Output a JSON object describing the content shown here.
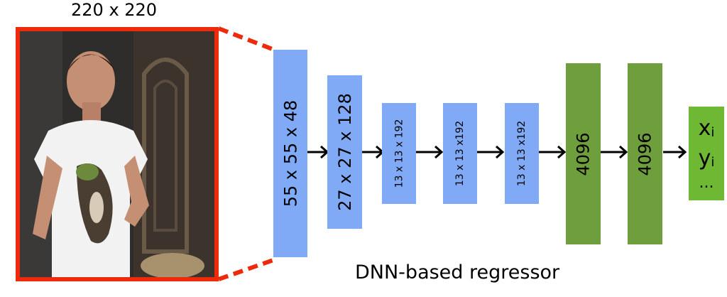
{
  "input": {
    "size_label": "220 x 220"
  },
  "layers": [
    {
      "label": "55 x 55 x 48",
      "kind": "conv"
    },
    {
      "label": "27 x 27 x 128",
      "kind": "conv"
    },
    {
      "label": "13 x 13 x 192",
      "kind": "conv"
    },
    {
      "label": "13 x 13 x192",
      "kind": "conv"
    },
    {
      "label": "13 x 13 x192",
      "kind": "conv"
    },
    {
      "label": "4096",
      "kind": "fc"
    },
    {
      "label": "4096",
      "kind": "fc"
    }
  ],
  "output": {
    "x_letter": "x",
    "x_sub": "i",
    "y_letter": "y",
    "y_sub": "i",
    "ellipsis": "..."
  },
  "caption": "DNN-based regressor",
  "colors": {
    "conv_layer": "#80aaf6",
    "fc_layer": "#6f9f3c",
    "output_box": "#6fb833",
    "input_border": "#ee2a0c"
  }
}
